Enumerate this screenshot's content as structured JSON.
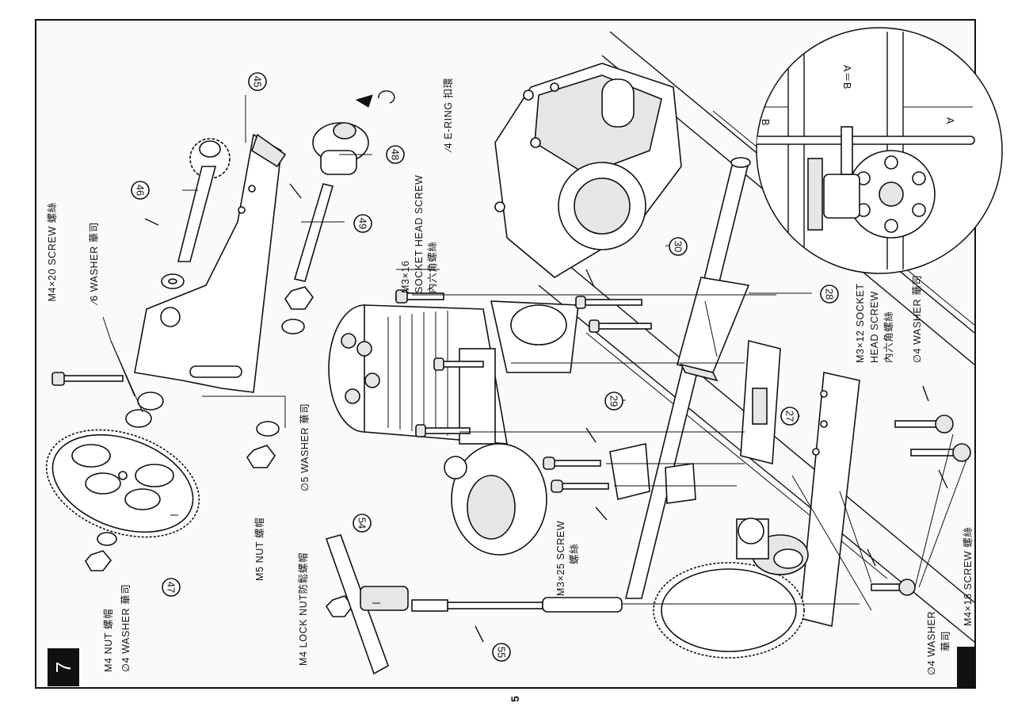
{
  "step_number": "7",
  "page_number": "5",
  "inset": {
    "equation": "A＝B",
    "label_a": "A",
    "label_b": "B"
  },
  "part_numbers": [
    "45",
    "46",
    "47",
    "48",
    "49",
    "30",
    "28",
    "27",
    "29",
    "54",
    "55"
  ],
  "labels": {
    "m4x20_screw": "M4×20 SCREW 螺絲",
    "washer6": "∕6 WASHER 華司",
    "m4_nut": "M4 NUT 螺帽",
    "washer4_left": "∅4 WASHER 華司",
    "m5_nut": "M5 NUT 螺帽",
    "washer5": "∅5 WASHER 華司",
    "m4_lock_nut": "M4 LOCK NUT防鬆螺帽",
    "m3x16_line1": "M3×16",
    "m3x16_line2": "SOCKET HEAD SCREW",
    "m3x16_line3": "內六角螺絲",
    "e_ring": "∕4 E-RING 扣環",
    "m3x25_line1": "M3×25 SCREW",
    "m3x25_line2": "螺絲",
    "m3x12_line1": "M3×12 SOCKET",
    "m3x12_line2": "HEAD SCREW",
    "m3x12_line3": "內六角螺絲",
    "washer4_right": "∅4 WASHER 華司",
    "washer4_bottom_line1": "∅4 WASHER",
    "washer4_bottom_line2": "華司",
    "m4x18_cut": "M4×18 SCREW 螺絲"
  }
}
